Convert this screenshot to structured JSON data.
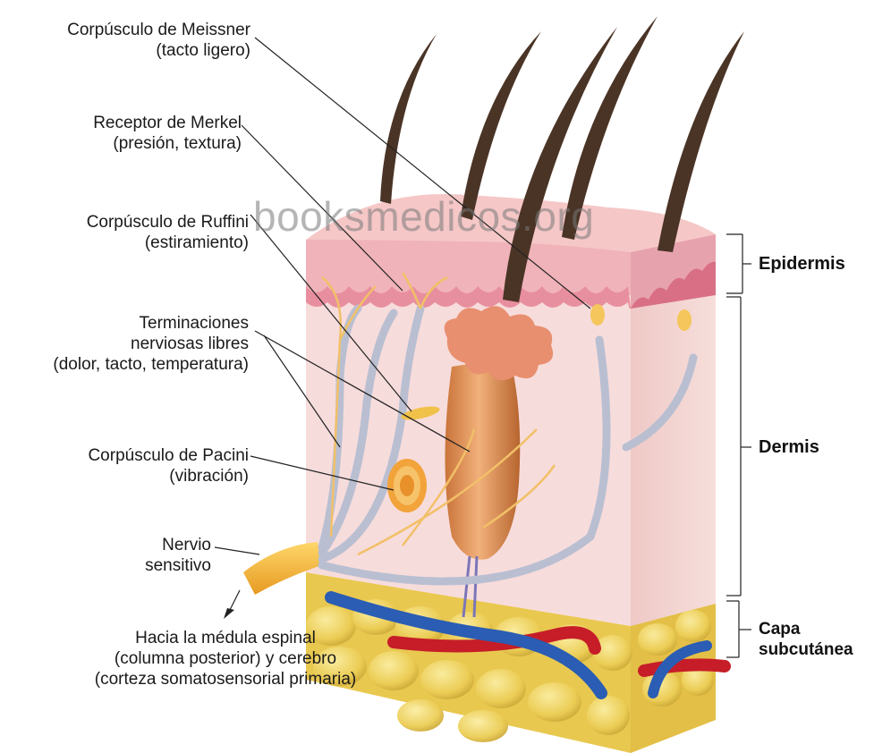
{
  "watermark": "booksmedicos.org",
  "labels": {
    "meissner": {
      "name": "Corpúsculo de Meissner",
      "desc": "(tacto ligero)"
    },
    "merkel": {
      "name": "Receptor de Merkel",
      "desc": "(presión, textura)"
    },
    "ruffini": {
      "name": "Corpúsculo de Ruffini",
      "desc": "(estiramiento)"
    },
    "libres": {
      "line1": "Terminaciones",
      "line2": "nerviosas libres",
      "line3": "(dolor, tacto, temperatura)"
    },
    "pacini": {
      "name": "Corpúsculo de Pacini",
      "desc": "(vibración)"
    },
    "nervio": {
      "line1": "Nervio",
      "line2": "sensitivo"
    },
    "medula": {
      "line1": "Hacia la médula espinal",
      "line2": "(columna posterior) y cerebro",
      "line3": "(corteza somatosensorial primaria)"
    }
  },
  "layers": {
    "epidermis": "Epidermis",
    "dermis": "Dermis",
    "subcutanea_1": "Capa",
    "subcutanea_2": "subcutánea"
  },
  "colors": {
    "epidermis": "#f2b8bf",
    "dermis": "#f7d9d9",
    "fat": "#f0d46a",
    "artery": "#d01f2a",
    "vein": "#2e63b8",
    "nerve": "#f2b646",
    "hair": "#4a3426"
  }
}
